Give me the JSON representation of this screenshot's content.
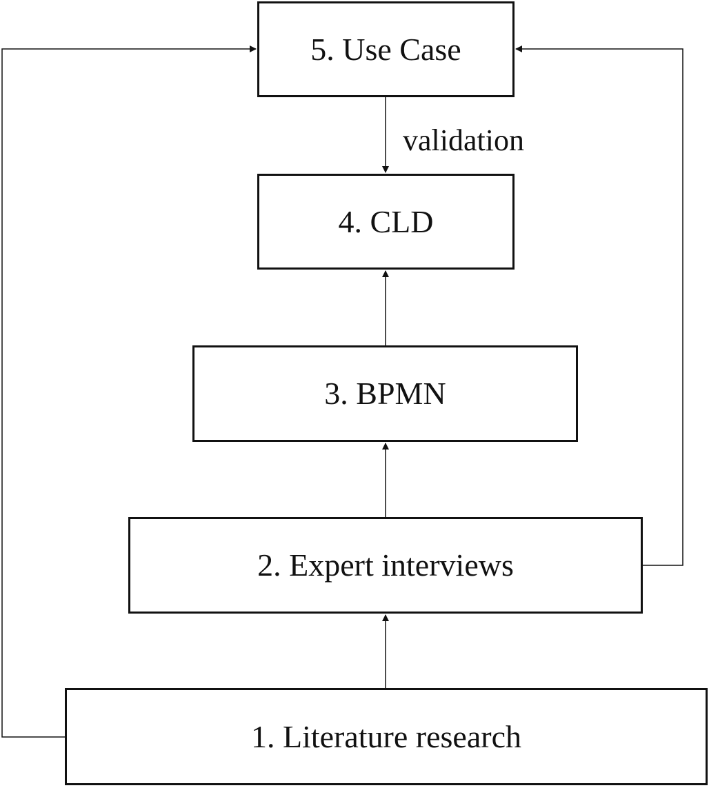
{
  "diagram": {
    "nodes": {
      "use_case": "5. Use Case",
      "cld": "4. CLD",
      "bpmn": "3. BPMN",
      "expert_interviews": "2. Expert interviews",
      "literature_research": "1. Literature research"
    },
    "edge_labels": {
      "use_case_to_cld": "validation"
    },
    "edges": [
      {
        "from": "use_case",
        "to": "cld",
        "label": "validation"
      },
      {
        "from": "bpmn",
        "to": "cld"
      },
      {
        "from": "expert_interviews",
        "to": "bpmn"
      },
      {
        "from": "literature_research",
        "to": "expert_interviews"
      },
      {
        "from": "literature_research",
        "to": "use_case"
      },
      {
        "from": "expert_interviews",
        "to": "use_case"
      }
    ]
  }
}
